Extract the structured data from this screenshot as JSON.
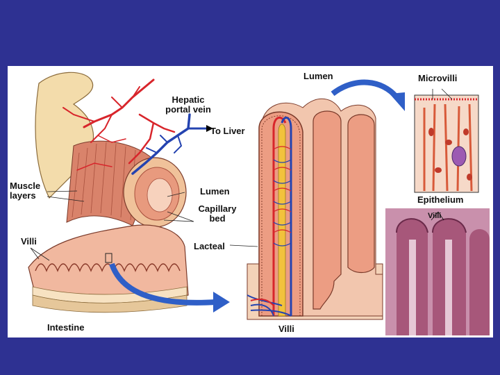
{
  "labels": {
    "hepatic_portal_vein": "Hepatic\nportal vein",
    "to_liver": "To Liver",
    "muscle_layers": "Muscle\nlayers",
    "lumen_left": "Lumen",
    "capillary_bed": "Capillary\nbed",
    "villi_left": "Villi",
    "lacteal": "Lacteal",
    "intestine": "Intestine",
    "lumen_top": "Lumen",
    "villi_bottom": "Villi",
    "microvilli": "Microvilli",
    "epithelium": "Epithelium",
    "villi_micrograph": "Villi"
  },
  "colors": {
    "background": "#2e3192",
    "panel": "#ffffff",
    "arrow": "#2f5fc7",
    "artery": "#d8252b",
    "vein": "#2443b0",
    "lacteal": "#f2c23c",
    "tissue": "#e88d74",
    "outer_tube": "#f3dcab",
    "micrograph": "#a7577a"
  }
}
